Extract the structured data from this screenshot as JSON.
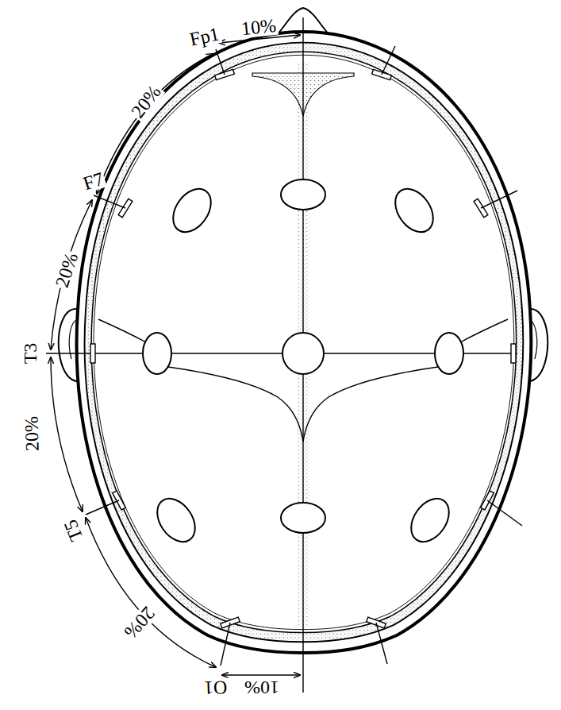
{
  "diagram": {
    "labels": [
      "Fp1",
      "10%",
      "20%",
      "F7",
      "20%",
      "T3",
      "20%",
      "T5",
      "20%",
      "O1",
      "10%"
    ]
  }
}
